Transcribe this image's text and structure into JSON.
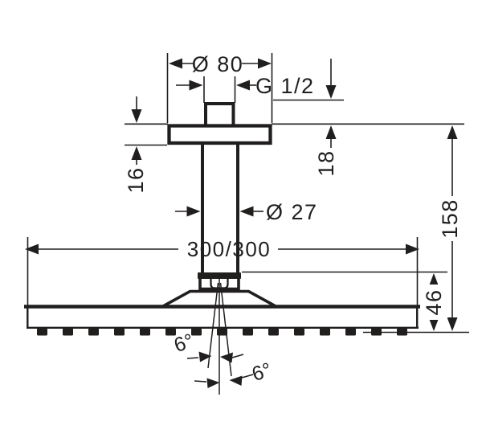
{
  "drawing": {
    "colors": {
      "line": "#211e1e",
      "background": "#ffffff"
    },
    "labels": {
      "flange_diameter": "Ø 80",
      "thread_size": "G 1/2",
      "pipe_diameter": "Ø 27",
      "head_size": "300/300",
      "flange_height": "16",
      "connector_height": "18",
      "head_height": "46",
      "overall_height": "158",
      "tilt_angle_left": "6°",
      "tilt_angle_right": "6°"
    }
  }
}
